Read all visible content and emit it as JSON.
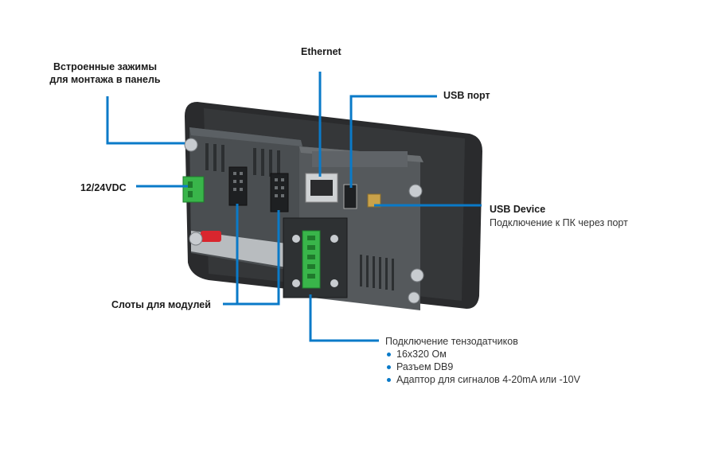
{
  "labels": {
    "clamps": [
      "Встроенные зажимы",
      "для монтажа в панель"
    ],
    "ethernet": "Ethernet",
    "usb_port": "USB порт",
    "power": "12/24VDC",
    "usb_device_title": "USB Device",
    "usb_device_desc": "Подключение к ПК через порт",
    "module_slots": "Слоты для модулей",
    "load_cells_title": "Подключение тензодатчиков",
    "load_cells_items": [
      "16x320 Ом",
      "Разъем DB9",
      "Адаптор для сигналов 4-20mA или -10V"
    ]
  },
  "colors": {
    "leader": "#0a7ac8",
    "housing": "#3b3f42",
    "bezel": "#2a2b2d",
    "terminal_green": "#39b54a",
    "accent_red": "#d9262e"
  }
}
